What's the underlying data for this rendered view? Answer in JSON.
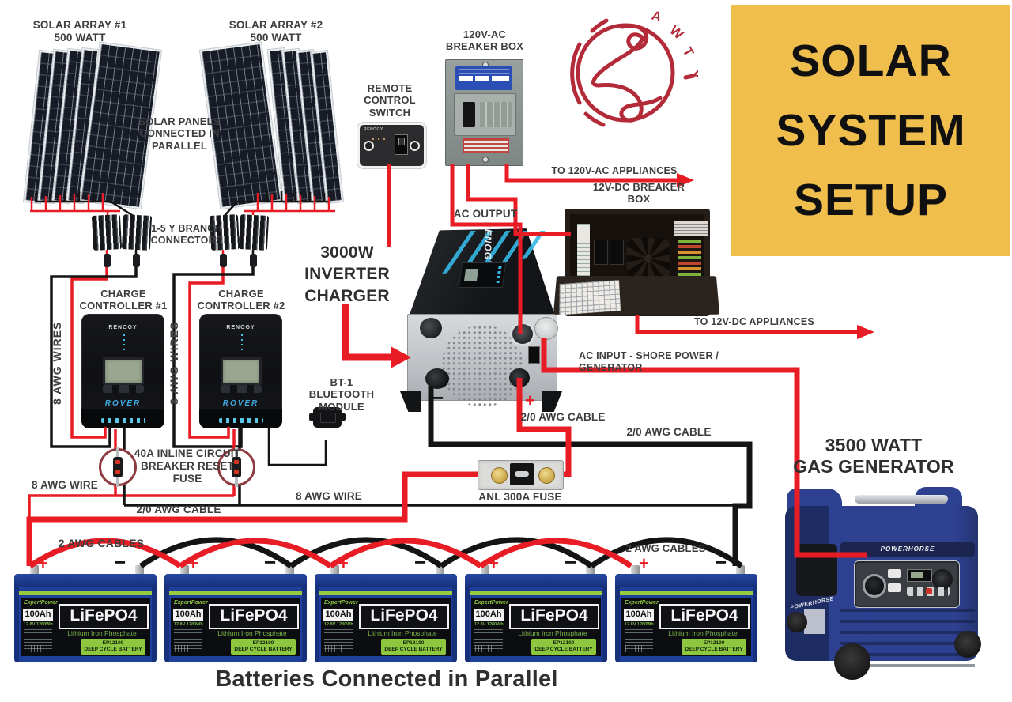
{
  "title": {
    "lines": [
      "SOLAR",
      "SYSTEM",
      "SETUP"
    ]
  },
  "logo": {
    "letters": [
      "A",
      "W",
      "T",
      "Y"
    ]
  },
  "labels": {
    "array1_name": "SOLAR ARRAY #1",
    "array1_watt": "500 WATT",
    "array2_name": "SOLAR ARRAY #2",
    "array2_watt": "500 WATT",
    "panels_parallel": "SOLAR PANELS CONNECTED IN PARALLEL",
    "branch_connectors": "1-5 Y BRANCH CONNECTORS",
    "remote_switch": "REMOTE CONTROL SWITCH",
    "breaker_120": "120V-AC BREAKER BOX",
    "to_120": "TO 120V-AC APPLIANCES",
    "breaker_12": "12V-DC BREAKER BOX",
    "to_12": "TO 12V-DC APPLIANCES",
    "ac_output": "AC OUTPUT",
    "inverter": "3000W INVERTER CHARGER",
    "ac_input": "AC INPUT - SHORE POWER / GENERATOR",
    "cc1": "CHARGE CONTROLLER #1",
    "cc2": "CHARGE CONTROLLER #2",
    "awg8_vertical": "8 AWG WIRES",
    "bt1": "BT-1 BLUETOOTH MODULE",
    "breaker_40": "40A INLINE CIRCUIT BREAKER RESET FUSE",
    "awg8_wire": "8 AWG WIRE",
    "cable_20": "2/0 AWG CABLE",
    "anl_fuse": "ANL 300A FUSE",
    "awg2_cables": "2 AWG CABLES",
    "generator_l1": "3500 WATT",
    "generator_l2": "GAS GENERATOR",
    "caption": "Batteries Connected in Parallel",
    "plus": "+",
    "minus": "−"
  },
  "devices": {
    "controller_brand": "RENOGY",
    "controller_model": "ROVER",
    "inverter_brand": "RENOGY",
    "generator_brand": "POWERHORSE",
    "remote_brand": "RENOGY"
  },
  "battery": {
    "brand": "ExpertPower",
    "capacity": "100Ah",
    "chemistry": "LiFePO4",
    "subtitle": "Lithium Iron Phosphate",
    "spec": "12.8V 1280Wh",
    "model": "EP12100",
    "type": "DEEP CYCLE BATTERY"
  },
  "colors": {
    "wire_red": "#e81c24",
    "wire_black": "#141414",
    "accent_yellow": "#efbe4d",
    "logo_red": "#b32b38",
    "battery_green": "#8dc63f",
    "battery_blue": "#1e3f9a"
  }
}
